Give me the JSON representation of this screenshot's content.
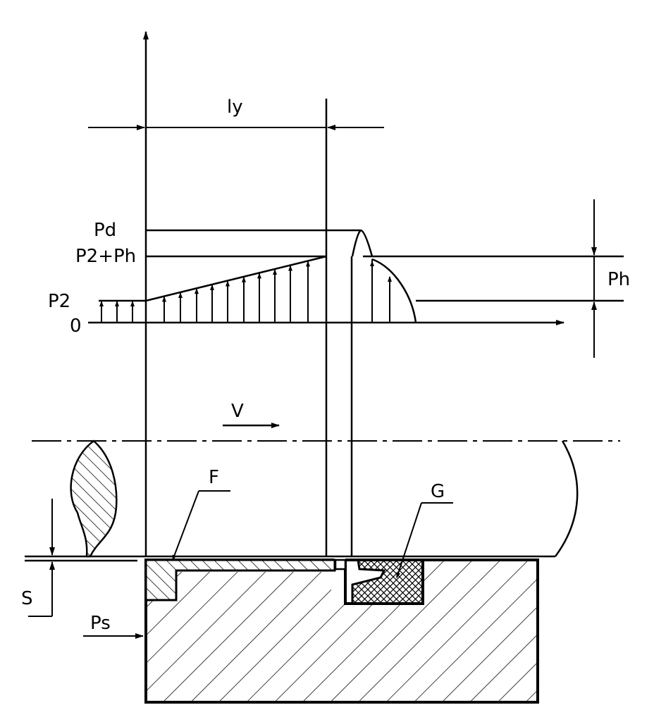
{
  "labels": {
    "ly": "ly",
    "pd": "Pd",
    "p2_ph": "P2+Ph",
    "p2": "P2",
    "zero": "0",
    "ph": "Ph",
    "v": "V",
    "f": "F",
    "g": "G",
    "s": "S",
    "ps": "Ps"
  }
}
